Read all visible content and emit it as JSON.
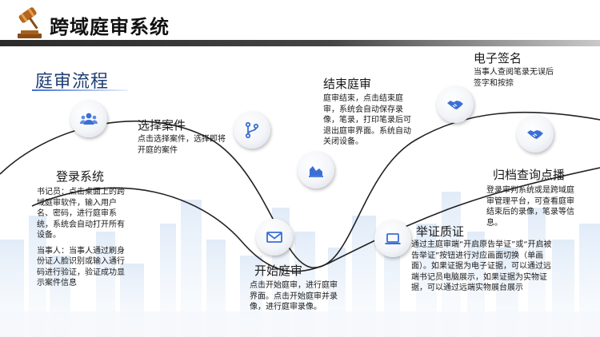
{
  "header": {
    "title": "跨域庭审系统"
  },
  "section": {
    "title": "庭审流程"
  },
  "steps": {
    "login": {
      "title": "登录系统",
      "desc1": "书记员：点击桌面上的跨域庭审软件，输入用户名、密码，进行庭审系统，系统会自动打开所有设备。",
      "desc2": "当事人：当事人通过刷身份证人脸识别或输入通行码进行验证，验证成功显示案件信息"
    },
    "select_case": {
      "title": "选择案件",
      "desc": "点击选择案件，选择即将开庭的案件"
    },
    "start_trial": {
      "title": "开始庭审",
      "desc": "点击开始庭审，进行庭审界面。点击开始庭审并录像，进行庭审录像。"
    },
    "end_trial": {
      "title": "结束庭审",
      "desc": "庭审结束，点击结束庭审，系统会自动保存录像，笔录，打印笔录后可退出庭审界面。系统自动关闭设备。"
    },
    "evidence": {
      "title": "举证质证",
      "desc": "通过主庭审端“开启原告举证”或“开启被告举证”按钮进行对应画面切换（单画面）。如果证据为电子证据，可以通过远端书记员电脑展示，如果证据为实物证据，可以通过远端实物展台展示"
    },
    "esign": {
      "title": "电子签名",
      "desc": "当事人查阅笔录无误后签字和按捺"
    },
    "archive": {
      "title": "归档查询点播",
      "desc": "登录审判系统或是跨域庭审管理平台，可查看庭审结束后的录像，笔录等信息。"
    }
  },
  "icons": {
    "login": "users-icon",
    "select_case": "branch-icon",
    "start_trial": "envelope-icon",
    "end_trial": "chart-icon",
    "evidence": "laptop-icon",
    "esign": "handshake-icon",
    "archive": "handshake-icon"
  },
  "colors": {
    "accent": "#3b6fd6",
    "title": "#1f3f73",
    "header_bar": "#2b2b2b"
  }
}
